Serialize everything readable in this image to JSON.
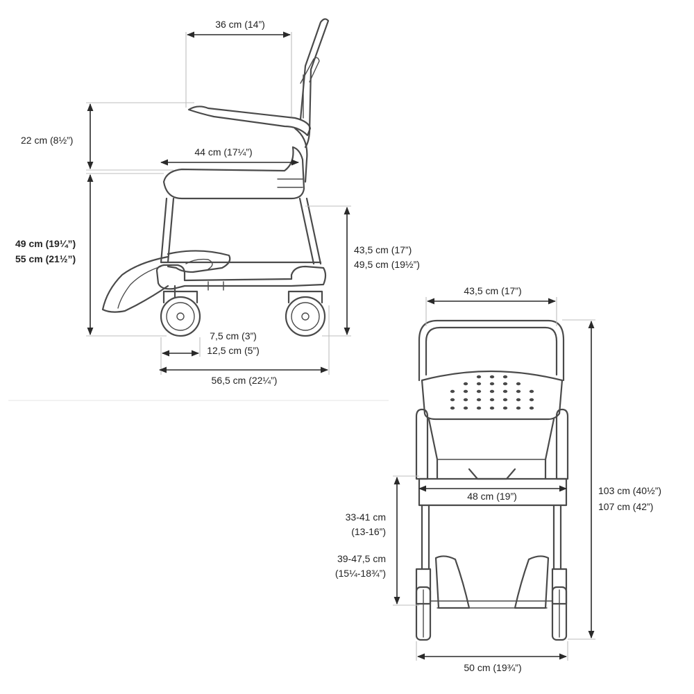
{
  "labels": {
    "armrest_width": "36 cm (14”)",
    "armrest_height": "22 cm (8½”)",
    "seat_depth": "44 cm (17¼”)",
    "seat_height_a": "49 cm (19¼”)",
    "seat_height_b": "55 cm (21½”)",
    "side_height_a": "43,5 cm (17”)",
    "side_height_b": "49,5 cm (19½”)",
    "caster_a": "7,5 cm (3”)",
    "caster_b": "12,5 cm (5”)",
    "overall_depth": "56,5 cm (22¼”)",
    "back_width": "43,5 cm (17”)",
    "total_height_a": "103 cm (40½”)",
    "total_height_b": "107 cm (42”)",
    "seat_width": "48 cm (19”)",
    "pan_height_a1": "33-41 cm",
    "pan_height_a2": "(13-16”)",
    "pan_height_b1": "39-47,5 cm",
    "pan_height_b2": "(15¼-18¾”)",
    "overall_width": "50 cm (19¾”)"
  },
  "colors": {
    "ink": "#4a4a4a",
    "dimension": "#2a2a2a",
    "extension": "#bdbdbd",
    "background": "#ffffff"
  }
}
